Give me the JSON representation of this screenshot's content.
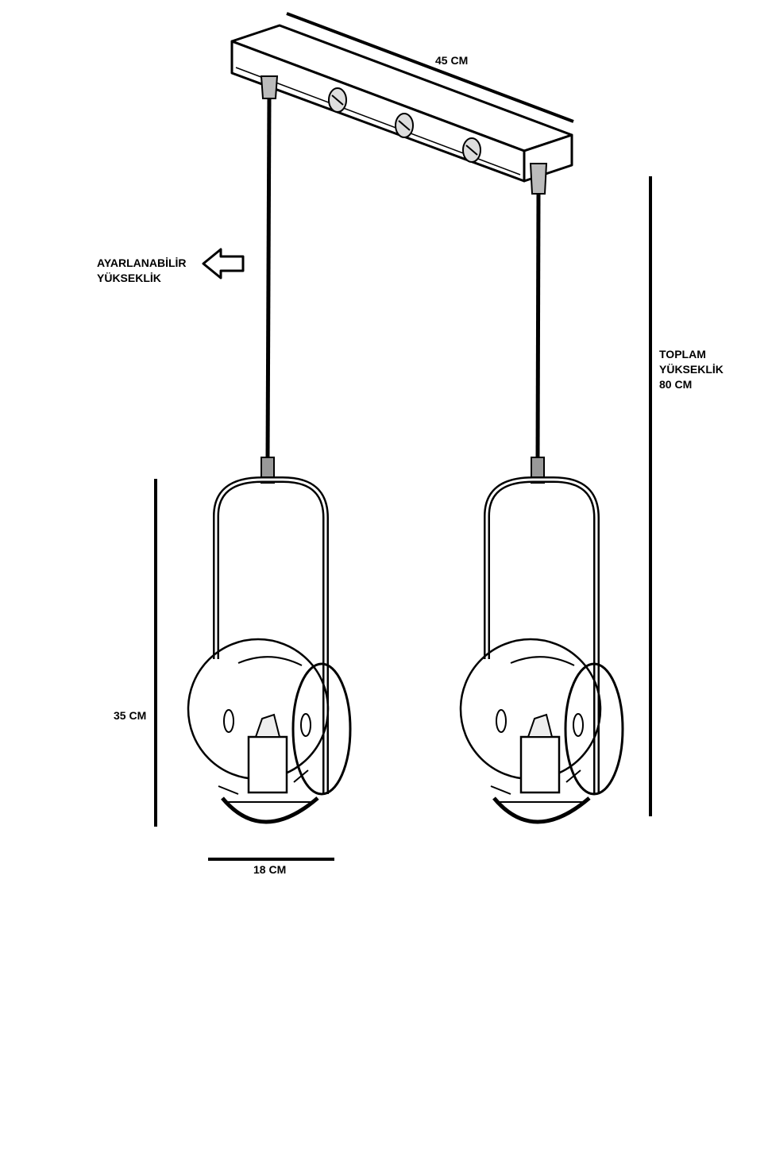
{
  "labels": {
    "canopy_width": "45 CM",
    "adjustable_line1": "AYARLANABİLİR",
    "adjustable_line2": "YÜKSEKLİK",
    "total_line1": "TOPLAM",
    "total_line2": "YÜKSEKLİK",
    "total_line3": "80 CM",
    "pendant_height": "35 CM",
    "globe_width": "18 CM"
  },
  "icons": {
    "adjustable_arrow": "left-outline-arrow-icon"
  },
  "colors": {
    "ink": "#000000",
    "paper": "#ffffff"
  }
}
